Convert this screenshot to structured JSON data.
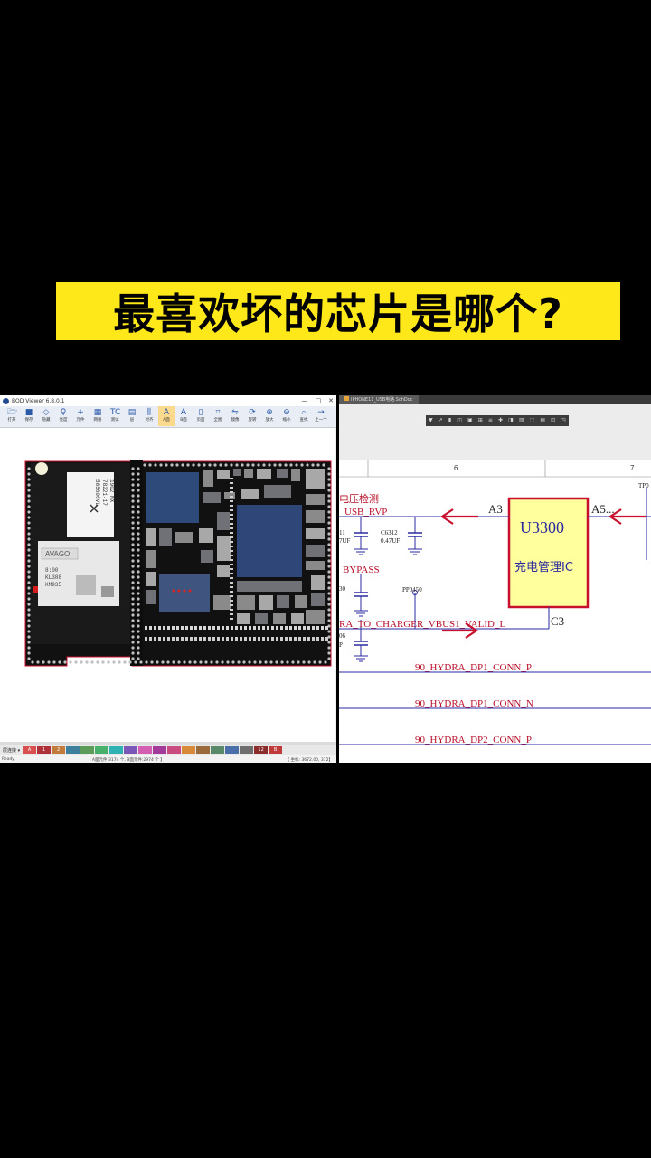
{
  "banner": {
    "title": "最喜欢坏的芯片是哪个?",
    "background": "#ffe81a"
  },
  "pcb_viewer": {
    "window_title": "BOD Viewer 6.8.0.1",
    "window_controls": [
      "—",
      "□",
      "✕"
    ],
    "toolbar": [
      {
        "icon": "folder-open-icon",
        "glyph": "🗁",
        "label": "打开"
      },
      {
        "icon": "save-icon",
        "glyph": "■",
        "label": "保存"
      },
      {
        "icon": "hide-icon",
        "glyph": "◇",
        "label": "隐藏"
      },
      {
        "icon": "light-icon",
        "glyph": "♀",
        "label": "亮度"
      },
      {
        "icon": "plus-icon",
        "glyph": "+",
        "label": "元件"
      },
      {
        "icon": "grid-icon",
        "glyph": "▦",
        "label": "网格"
      },
      {
        "icon": "tc-icon",
        "glyph": "TC",
        "label": "测试"
      },
      {
        "icon": "layer-icon",
        "glyph": "▤",
        "label": "层"
      },
      {
        "icon": "align-icon",
        "glyph": "⫼",
        "label": "对齐"
      },
      {
        "icon": "a-face-icon",
        "glyph": "A",
        "label": "A面"
      },
      {
        "icon": "b-face-icon",
        "glyph": "A",
        "label": "B面"
      },
      {
        "icon": "page-icon",
        "glyph": "▯",
        "label": "页面"
      },
      {
        "icon": "fit-icon",
        "glyph": "⌗",
        "label": "全图"
      },
      {
        "icon": "mirror-icon",
        "glyph": "⇋",
        "label": "镜像"
      },
      {
        "icon": "rotate-icon",
        "glyph": "⟳",
        "label": "旋转"
      },
      {
        "icon": "zoom-in-icon",
        "glyph": "⊕",
        "label": "放大"
      },
      {
        "icon": "zoom-out-icon",
        "glyph": "⊖",
        "label": "缩小"
      },
      {
        "icon": "search-icon",
        "glyph": "⌕",
        "label": "查找"
      },
      {
        "icon": "next-icon",
        "glyph": "→",
        "label": "上一个"
      }
    ],
    "active_tool_index": 9,
    "chips": {
      "ic1": [
        "1902  MX",
        "78221-17",
        "585606VL"
      ],
      "avago": [
        "AVAGO",
        "8:00",
        "KL388",
        "KM935"
      ]
    },
    "layer_bar_label": "层连接 ▾",
    "layers": [
      {
        "label": "A",
        "color": "#d94f4f"
      },
      {
        "label": "1",
        "color": "#b0303a"
      },
      {
        "label": "2",
        "color": "#c27b3a"
      },
      {
        "label": "",
        "color": "#3f7f9e"
      },
      {
        "label": "",
        "color": "#5b9c58"
      },
      {
        "label": "",
        "color": "#48b06a"
      },
      {
        "label": "",
        "color": "#2fb2b2"
      },
      {
        "label": "",
        "color": "#7a58b8"
      },
      {
        "label": "",
        "color": "#d35db0"
      },
      {
        "label": "",
        "color": "#a23b9a"
      },
      {
        "label": "",
        "color": "#c94b7f"
      },
      {
        "label": "",
        "color": "#d88a3a"
      },
      {
        "label": "",
        "color": "#9a6a3a"
      },
      {
        "label": "",
        "color": "#5a8a6a"
      },
      {
        "label": "",
        "color": "#4a6fa8"
      },
      {
        "label": "",
        "color": "#6f6f6f"
      },
      {
        "label": "12",
        "color": "#8b2d2d"
      },
      {
        "label": "B",
        "color": "#c03a3a"
      }
    ],
    "status": {
      "left": "Ready",
      "middle": "【 A面元件:3174 个, B面元件:2974 个 】",
      "coord": "【 坐标: 3672.00, 372】"
    }
  },
  "schematic_viewer": {
    "tab_title": "IPHONE11_USB电路.SchDoc",
    "toolbar_glyphs": [
      "▼",
      "↗",
      "▮",
      "◫",
      "▣",
      "⊞",
      "≡",
      "✚",
      "◨",
      "▥",
      "⬚",
      "▤",
      "⊡",
      "◳"
    ],
    "ruler": [
      "6",
      "7"
    ],
    "chip": {
      "ref": "U3300",
      "desc": "充电管理IC",
      "pins": [
        "A3",
        "A5...",
        "C3"
      ],
      "fill": "#ffff9e",
      "border": "#c8102e"
    },
    "labels": {
      "voltage_detect": "电压检测",
      "usb_rvp": "USB_RVP",
      "c6312": "C6312",
      "cap_value": "0.47UF",
      "left_cap_frag": "11",
      "left_cap_val_frag": "7UF",
      "bypass": "BYPASS",
      "cap_frag_30": "30",
      "pp0450": "PP0450",
      "to_charger": "RA_TO_CHARGER_VBUS1_VALID_L",
      "cap_frag_06": "06",
      "cap_frag_p": "P",
      "tp_frag": "TP0",
      "net1": "90_HYDRA_DP1_CONN_P",
      "net2": "90_HYDRA_DP1_CONN_N",
      "net3": "90_HYDRA_DP2_CONN_P"
    },
    "colors": {
      "net_text": "#b80f2a",
      "wire": "#2a2aa0",
      "arrow": "#c8102e"
    }
  }
}
